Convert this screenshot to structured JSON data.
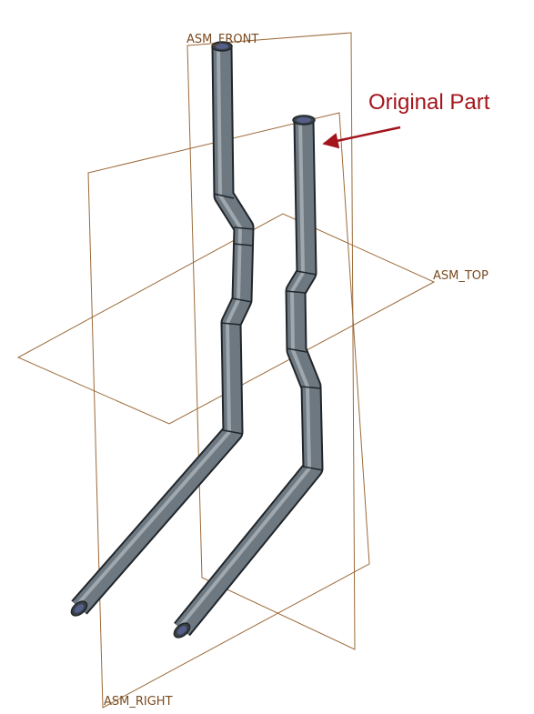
{
  "planes": {
    "front": {
      "label": "ASM_FRONT"
    },
    "top": {
      "label": "ASM_TOP"
    },
    "right": {
      "label": "ASM_RIGHT"
    }
  },
  "annotation": {
    "text": "Original Part"
  },
  "colors": {
    "background": "#ffffff",
    "plane_edge": "#9b6a3a",
    "plane_label": "#7a4a1e",
    "pipe_body": "#6e7880",
    "pipe_highlight": "#b3bcc3",
    "pipe_outline": "#20262b",
    "annotation": "#a3141c"
  },
  "icons": {
    "arrow": "arrow-left-icon"
  }
}
